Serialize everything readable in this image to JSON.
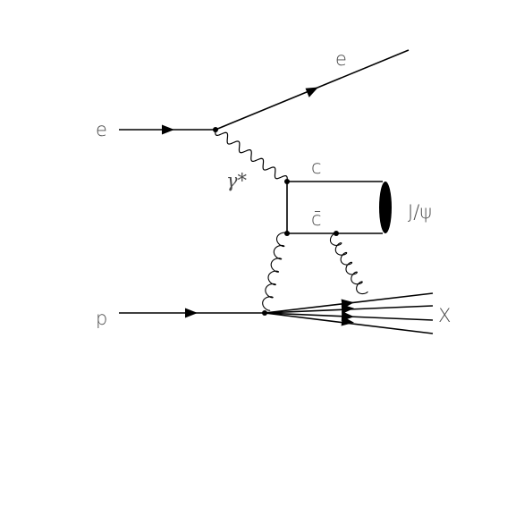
{
  "labels": {
    "electron_in": "e",
    "electron_out": "e",
    "photon": "γ*",
    "charm": "c",
    "anticharm": "c̄",
    "jpsi": "J/ψ",
    "proton": "p",
    "remnant": "X"
  }
}
